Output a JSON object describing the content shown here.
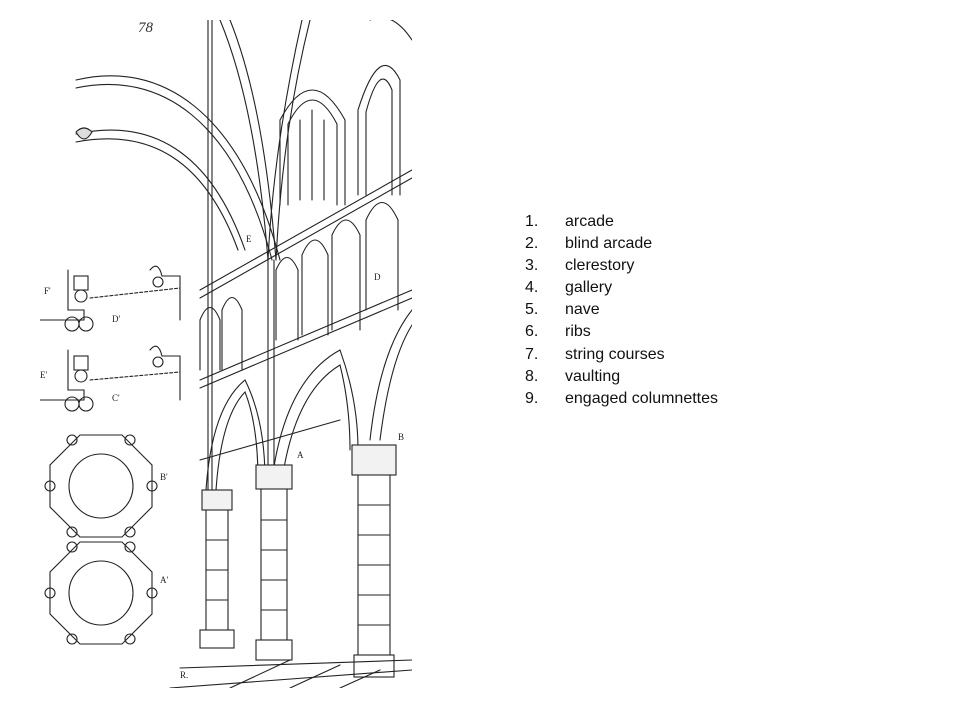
{
  "plate": {
    "page_number": "78",
    "letters": {
      "F": "F'",
      "D": "D'",
      "E_prime": "E'",
      "C": "C'",
      "B_prime": "B'",
      "A_prime": "A'",
      "E": "E",
      "A": "A",
      "B": "B",
      "D_right": "D",
      "R": "R."
    }
  },
  "legend": {
    "items": [
      {
        "num": "1.",
        "label": "arcade"
      },
      {
        "num": "2.",
        "label": "blind arcade"
      },
      {
        "num": "3.",
        "label": "clerestory"
      },
      {
        "num": "4.",
        "label": "gallery"
      },
      {
        "num": "5.",
        "label": "nave"
      },
      {
        "num": "6.",
        "label": "ribs"
      },
      {
        "num": "7.",
        "label": "string courses"
      },
      {
        "num": "8.",
        "label": "vaulting"
      },
      {
        "num": "9.",
        "label": "engaged columnettes"
      }
    ]
  }
}
